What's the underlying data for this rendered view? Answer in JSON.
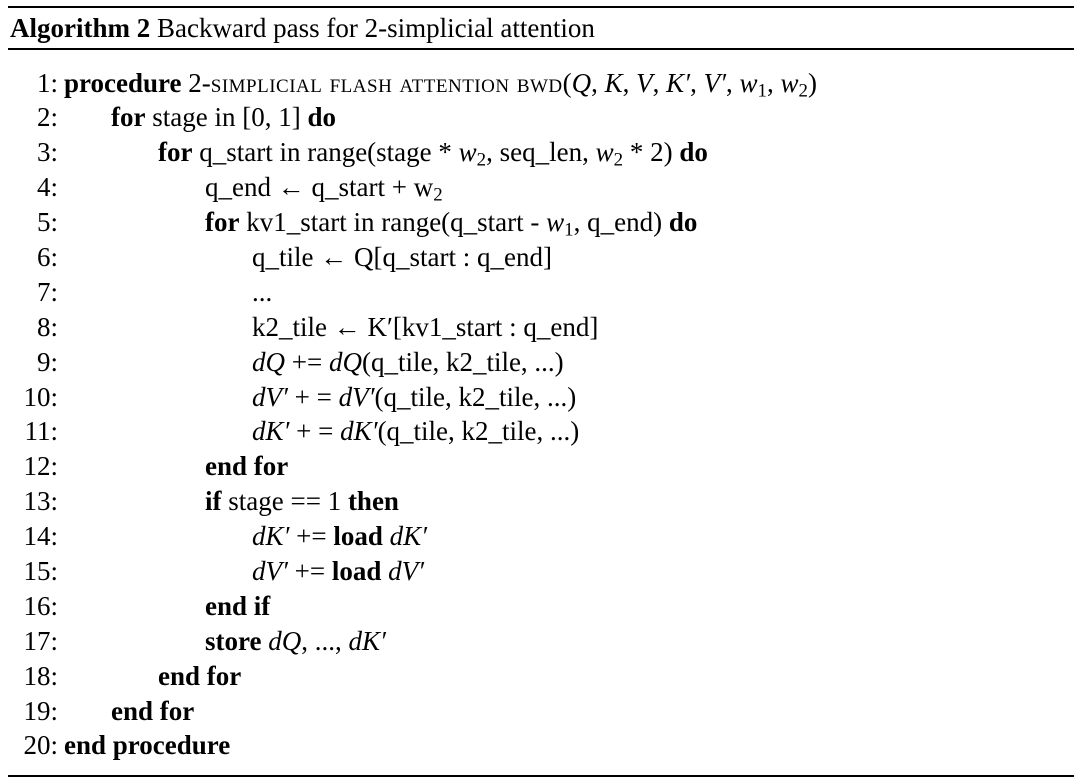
{
  "caption": {
    "label": "Algorithm 2",
    "title": "Backward pass for 2-simplicial attention"
  },
  "lines": [
    {
      "n": "1:",
      "indent": 0,
      "parts": [
        {
          "t": "procedure",
          "s": "kw"
        },
        {
          "t": " 2-",
          "s": ""
        },
        {
          "t": "simplicial flash attention bwd",
          "s": "sc"
        },
        {
          "t": "(",
          "s": ""
        },
        {
          "t": "Q",
          "s": "math"
        },
        {
          "t": ", ",
          "s": ""
        },
        {
          "t": "K",
          "s": "math"
        },
        {
          "t": ", ",
          "s": ""
        },
        {
          "t": "V",
          "s": "math"
        },
        {
          "t": ", ",
          "s": ""
        },
        {
          "t": "K′",
          "s": "math"
        },
        {
          "t": ", ",
          "s": ""
        },
        {
          "t": "V′",
          "s": "math"
        },
        {
          "t": ", ",
          "s": ""
        },
        {
          "t": "w",
          "s": "math"
        },
        {
          "t": "1",
          "s": "sub"
        },
        {
          "t": ", ",
          "s": ""
        },
        {
          "t": "w",
          "s": "math"
        },
        {
          "t": "2",
          "s": "sub"
        },
        {
          "t": ")",
          "s": ""
        }
      ]
    },
    {
      "n": "2:",
      "indent": 1,
      "parts": [
        {
          "t": "for",
          "s": "kw"
        },
        {
          "t": " stage in [0, 1] ",
          "s": ""
        },
        {
          "t": "do",
          "s": "kw"
        }
      ]
    },
    {
      "n": "3:",
      "indent": 2,
      "parts": [
        {
          "t": "for",
          "s": "kw"
        },
        {
          "t": " q_start in range(stage * ",
          "s": ""
        },
        {
          "t": "w",
          "s": "math"
        },
        {
          "t": "2",
          "s": "sub"
        },
        {
          "t": ", seq_len, ",
          "s": ""
        },
        {
          "t": "w",
          "s": "math"
        },
        {
          "t": "2",
          "s": "sub"
        },
        {
          "t": " * 2) ",
          "s": ""
        },
        {
          "t": "do",
          "s": "kw"
        }
      ]
    },
    {
      "n": "4:",
      "indent": 3,
      "parts": [
        {
          "t": "q_end ← q_start + w",
          "s": ""
        },
        {
          "t": "2",
          "s": "sub"
        }
      ]
    },
    {
      "n": "5:",
      "indent": 3,
      "parts": [
        {
          "t": "for",
          "s": "kw"
        },
        {
          "t": " kv1_start in range(q_start - ",
          "s": ""
        },
        {
          "t": "w",
          "s": "math"
        },
        {
          "t": "1",
          "s": "sub"
        },
        {
          "t": ", q_end) ",
          "s": ""
        },
        {
          "t": "do",
          "s": "kw"
        }
      ]
    },
    {
      "n": "6:",
      "indent": 4,
      "parts": [
        {
          "t": "q_tile ← Q[q_start : q_end]",
          "s": ""
        }
      ]
    },
    {
      "n": "7:",
      "indent": 4,
      "parts": [
        {
          "t": "...",
          "s": ""
        }
      ]
    },
    {
      "n": "8:",
      "indent": 4,
      "parts": [
        {
          "t": "k2_tile ← K′[kv1_start : q_end]",
          "s": ""
        }
      ]
    },
    {
      "n": "9:",
      "indent": 4,
      "parts": [
        {
          "t": "dQ",
          "s": "math"
        },
        {
          "t": " += ",
          "s": ""
        },
        {
          "t": "dQ",
          "s": "math"
        },
        {
          "t": "(q_tile, k2_tile, ...)",
          "s": ""
        }
      ]
    },
    {
      "n": "10:",
      "indent": 4,
      "parts": [
        {
          "t": "dV′",
          "s": "math"
        },
        {
          "t": " + = ",
          "s": ""
        },
        {
          "t": "dV′",
          "s": "math"
        },
        {
          "t": "(q_tile, k2_tile, ...)",
          "s": ""
        }
      ]
    },
    {
      "n": "11:",
      "indent": 4,
      "parts": [
        {
          "t": "dK′",
          "s": "math"
        },
        {
          "t": " + = ",
          "s": ""
        },
        {
          "t": "dK′",
          "s": "math"
        },
        {
          "t": "(q_tile, k2_tile, ...)",
          "s": ""
        }
      ]
    },
    {
      "n": "12:",
      "indent": 3,
      "parts": [
        {
          "t": "end for",
          "s": "kw"
        }
      ]
    },
    {
      "n": "13:",
      "indent": 3,
      "parts": [
        {
          "t": "if",
          "s": "kw"
        },
        {
          "t": " stage == 1 ",
          "s": ""
        },
        {
          "t": "then",
          "s": "kw"
        }
      ]
    },
    {
      "n": "14:",
      "indent": 4,
      "parts": [
        {
          "t": "dK′",
          "s": "math"
        },
        {
          "t": " += ",
          "s": ""
        },
        {
          "t": "load",
          "s": "kw"
        },
        {
          "t": " ",
          "s": ""
        },
        {
          "t": "dK′",
          "s": "math"
        }
      ]
    },
    {
      "n": "15:",
      "indent": 4,
      "parts": [
        {
          "t": "dV′",
          "s": "math"
        },
        {
          "t": " += ",
          "s": ""
        },
        {
          "t": "load",
          "s": "kw"
        },
        {
          "t": " ",
          "s": ""
        },
        {
          "t": "dV′",
          "s": "math"
        }
      ]
    },
    {
      "n": "16:",
      "indent": 3,
      "parts": [
        {
          "t": "end if",
          "s": "kw"
        }
      ]
    },
    {
      "n": "17:",
      "indent": 3,
      "parts": [
        {
          "t": "store",
          "s": "kw"
        },
        {
          "t": " ",
          "s": ""
        },
        {
          "t": "dQ",
          "s": "math"
        },
        {
          "t": ", ..., ",
          "s": ""
        },
        {
          "t": "dK′",
          "s": "math"
        }
      ]
    },
    {
      "n": "18:",
      "indent": 2,
      "parts": [
        {
          "t": "end for",
          "s": "kw"
        }
      ]
    },
    {
      "n": "19:",
      "indent": 1,
      "parts": [
        {
          "t": "end for",
          "s": "kw"
        }
      ]
    },
    {
      "n": "20:",
      "indent": 0,
      "parts": [
        {
          "t": "end procedure",
          "s": "kw"
        }
      ]
    }
  ]
}
